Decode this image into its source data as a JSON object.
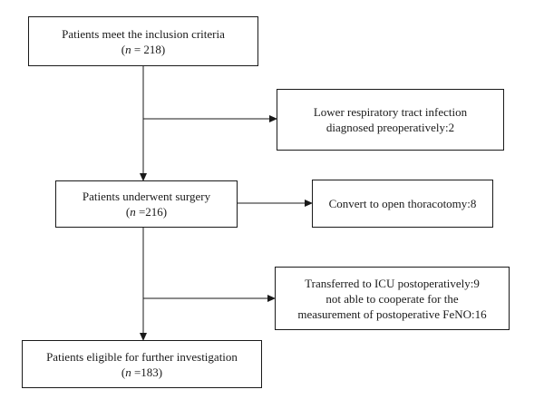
{
  "boxes": {
    "inclusion": {
      "line1": "Patients meet the inclusion criteria",
      "n_prefix": "(",
      "n_var": "n",
      "n_value": " = 218)"
    },
    "lrti": {
      "line1": "Lower respiratory tract infection",
      "line2": "diagnosed preoperatively:2"
    },
    "surgery": {
      "line1": "Patients underwent surgery",
      "n_prefix": "(",
      "n_var": "n",
      "n_value": " =216)"
    },
    "thoracotomy": {
      "line1": "Convert to open thoracotomy:8"
    },
    "icu": {
      "line1": "Transferred to ICU postoperatively:9",
      "line2": "not able to cooperate for the",
      "line3": "measurement of postoperative FeNO:16"
    },
    "eligible": {
      "line1": "Patients eligible for further investigation",
      "n_prefix": "(",
      "n_var": "n",
      "n_value": " =183)"
    }
  },
  "colors": {
    "stroke": "#1a1a1a",
    "background": "#ffffff"
  }
}
